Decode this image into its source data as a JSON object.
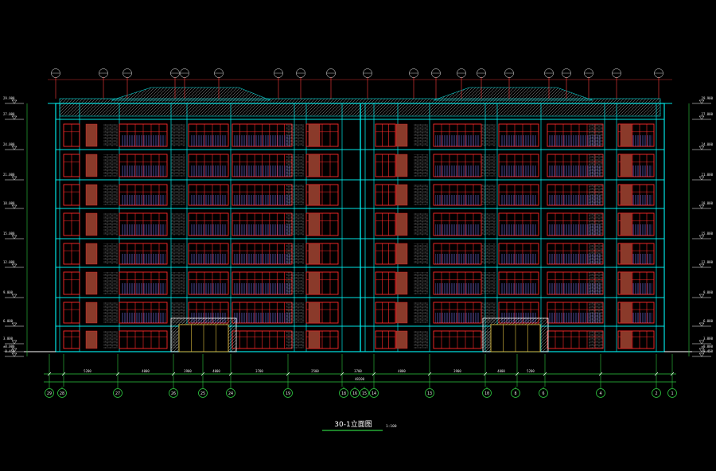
{
  "drawing_title": "30-1立面图",
  "drawing_scale": "1:100",
  "level_marks": [
    "29.900",
    "27.000",
    "24.000",
    "21.000",
    "18.000",
    "15.000",
    "12.000",
    "9.000",
    "6.000",
    "3.000",
    "±0.000",
    "-0.450"
  ],
  "axis_labels": [
    "29",
    "28",
    "27",
    "26",
    "25",
    "24",
    "19",
    "18",
    "16",
    "15",
    "14",
    "13",
    "10",
    "8",
    "6",
    "4",
    "2",
    "1"
  ],
  "dimensions": [
    "5200",
    "4000",
    "3900",
    "4000",
    "3700",
    "2500",
    "3700",
    "4000",
    "3900",
    "4000",
    "5200"
  ],
  "overall_dimension": "48200",
  "colors": {
    "background": "#000000",
    "outline": "#00e5e5",
    "window": "#ff2a2a",
    "panel": "#8a3a2a",
    "railing": "#7a7aff",
    "dim": "#2ecc40",
    "annotation": "#ff3b3b"
  }
}
